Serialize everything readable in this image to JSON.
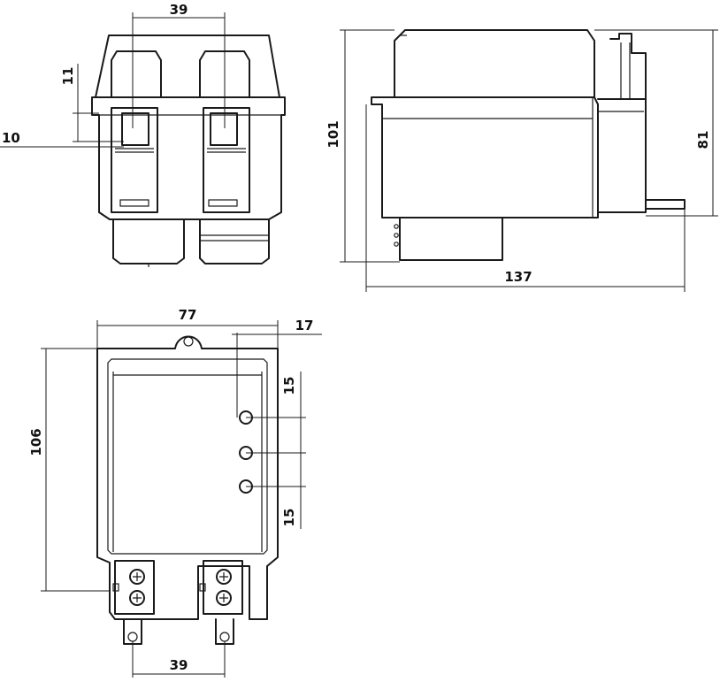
{
  "front_view": {
    "dim_top": "39",
    "dim_side_upper": "11",
    "dim_side_lower": "10"
  },
  "side_view": {
    "dim_height_total": "101",
    "dim_height_body": "81",
    "dim_length": "137"
  },
  "top_view": {
    "dim_width": "77",
    "dim_offset": "17",
    "dim_height": "106",
    "dim_led_spacing_top": "15",
    "dim_led_spacing_bottom": "15",
    "dim_terminal_spacing": "39"
  }
}
